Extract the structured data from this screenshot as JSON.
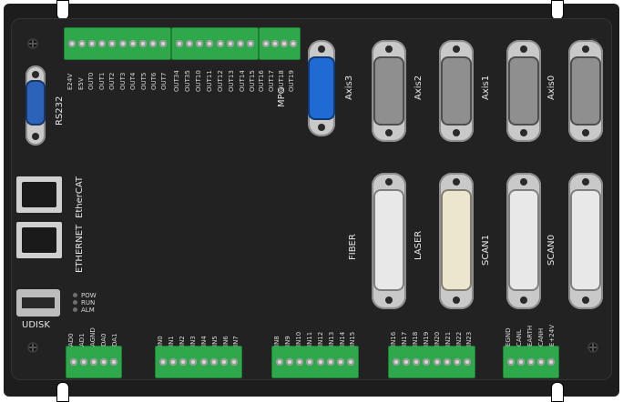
{
  "top_blocks": [
    {
      "labels": [
        "E24V",
        "E5V",
        "OUT0",
        "OUT1",
        "OUT2",
        "OUT3",
        "OUT4",
        "OUT5",
        "OUT6",
        "OUT7"
      ]
    },
    {
      "labels": [
        "OUT34",
        "OUT35",
        "OUT10",
        "OUT11",
        "OUT12",
        "OUT13",
        "OUT14",
        "OUT15"
      ]
    },
    {
      "labels": [
        "OUT16",
        "OUT17",
        "OUT18",
        "OUT19"
      ]
    }
  ],
  "bottom_blocks": [
    {
      "labels": [
        "AD0",
        "AD1",
        "AGND",
        "DA0",
        "DA1"
      ]
    },
    {
      "labels": [
        "IN0",
        "IN1",
        "IN2",
        "IN3",
        "IN4",
        "IN5",
        "IN6",
        "IN7"
      ]
    },
    {
      "labels": [
        "IN8",
        "IN9",
        "IN10",
        "IN11",
        "IN12",
        "IN13",
        "IN14",
        "IN15"
      ]
    },
    {
      "labels": [
        "IN16",
        "IN17",
        "IN18",
        "IN19",
        "IN20",
        "IN21",
        "IN22",
        "IN23"
      ]
    },
    {
      "labels": [
        "EGND",
        "CANL",
        "EARTH",
        "CANH",
        "E+24V"
      ]
    }
  ],
  "ports": {
    "rs232": "RS232",
    "mpg": "MPG",
    "axis3": "Axis3",
    "axis2": "Axis2",
    "axis1": "Axis1",
    "axis0": "Axis0",
    "ethercat": "EtherCAT",
    "ethernet": "ETHERNET",
    "fiber": "FIBER",
    "laser": "LASER",
    "scan1": "SCAN1",
    "scan0": "SCAN0",
    "udisk": "UDISK"
  },
  "leds": [
    "POW",
    "RUN",
    "ALM"
  ],
  "colors": {
    "terminal_green": "#2fa84b",
    "db9_blue": "#2d62b9",
    "axis3_blue": "#1f6ad3",
    "dsub_gray": "#8f8f8f",
    "dsub_white": "#e8e8e8",
    "laser_cream": "#ece6cf"
  }
}
